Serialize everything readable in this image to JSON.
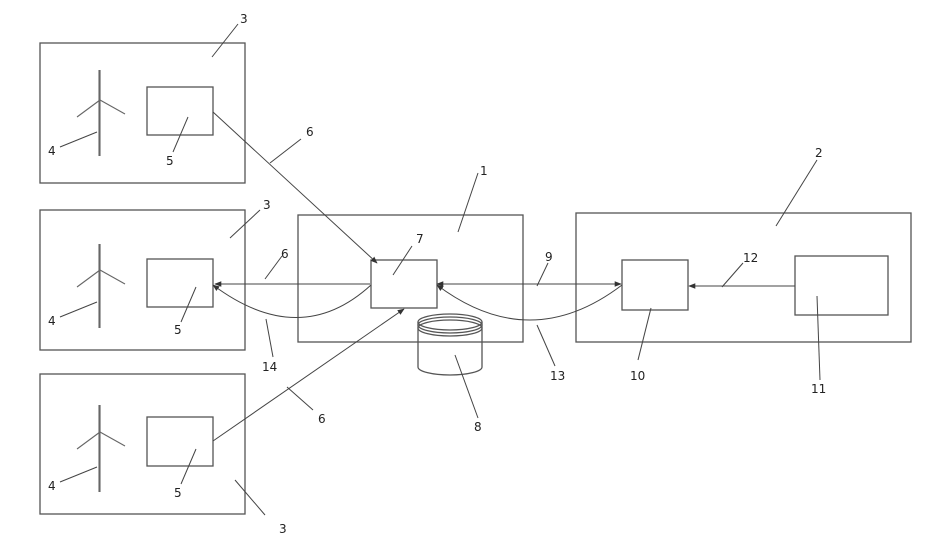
{
  "diagram": {
    "labels": {
      "l1": "1",
      "l2": "2",
      "l3a": "3",
      "l3b": "3",
      "l3c": "3",
      "l4a": "4",
      "l4b": "4",
      "l4c": "4",
      "l5a": "5",
      "l5b": "5",
      "l5c": "5",
      "l6a": "6",
      "l6b": "6",
      "l6c": "6",
      "l7": "7",
      "l8": "8",
      "l9": "9",
      "l10": "10",
      "l11": "11",
      "l12": "12",
      "l13": "13",
      "l14": "14"
    }
  }
}
